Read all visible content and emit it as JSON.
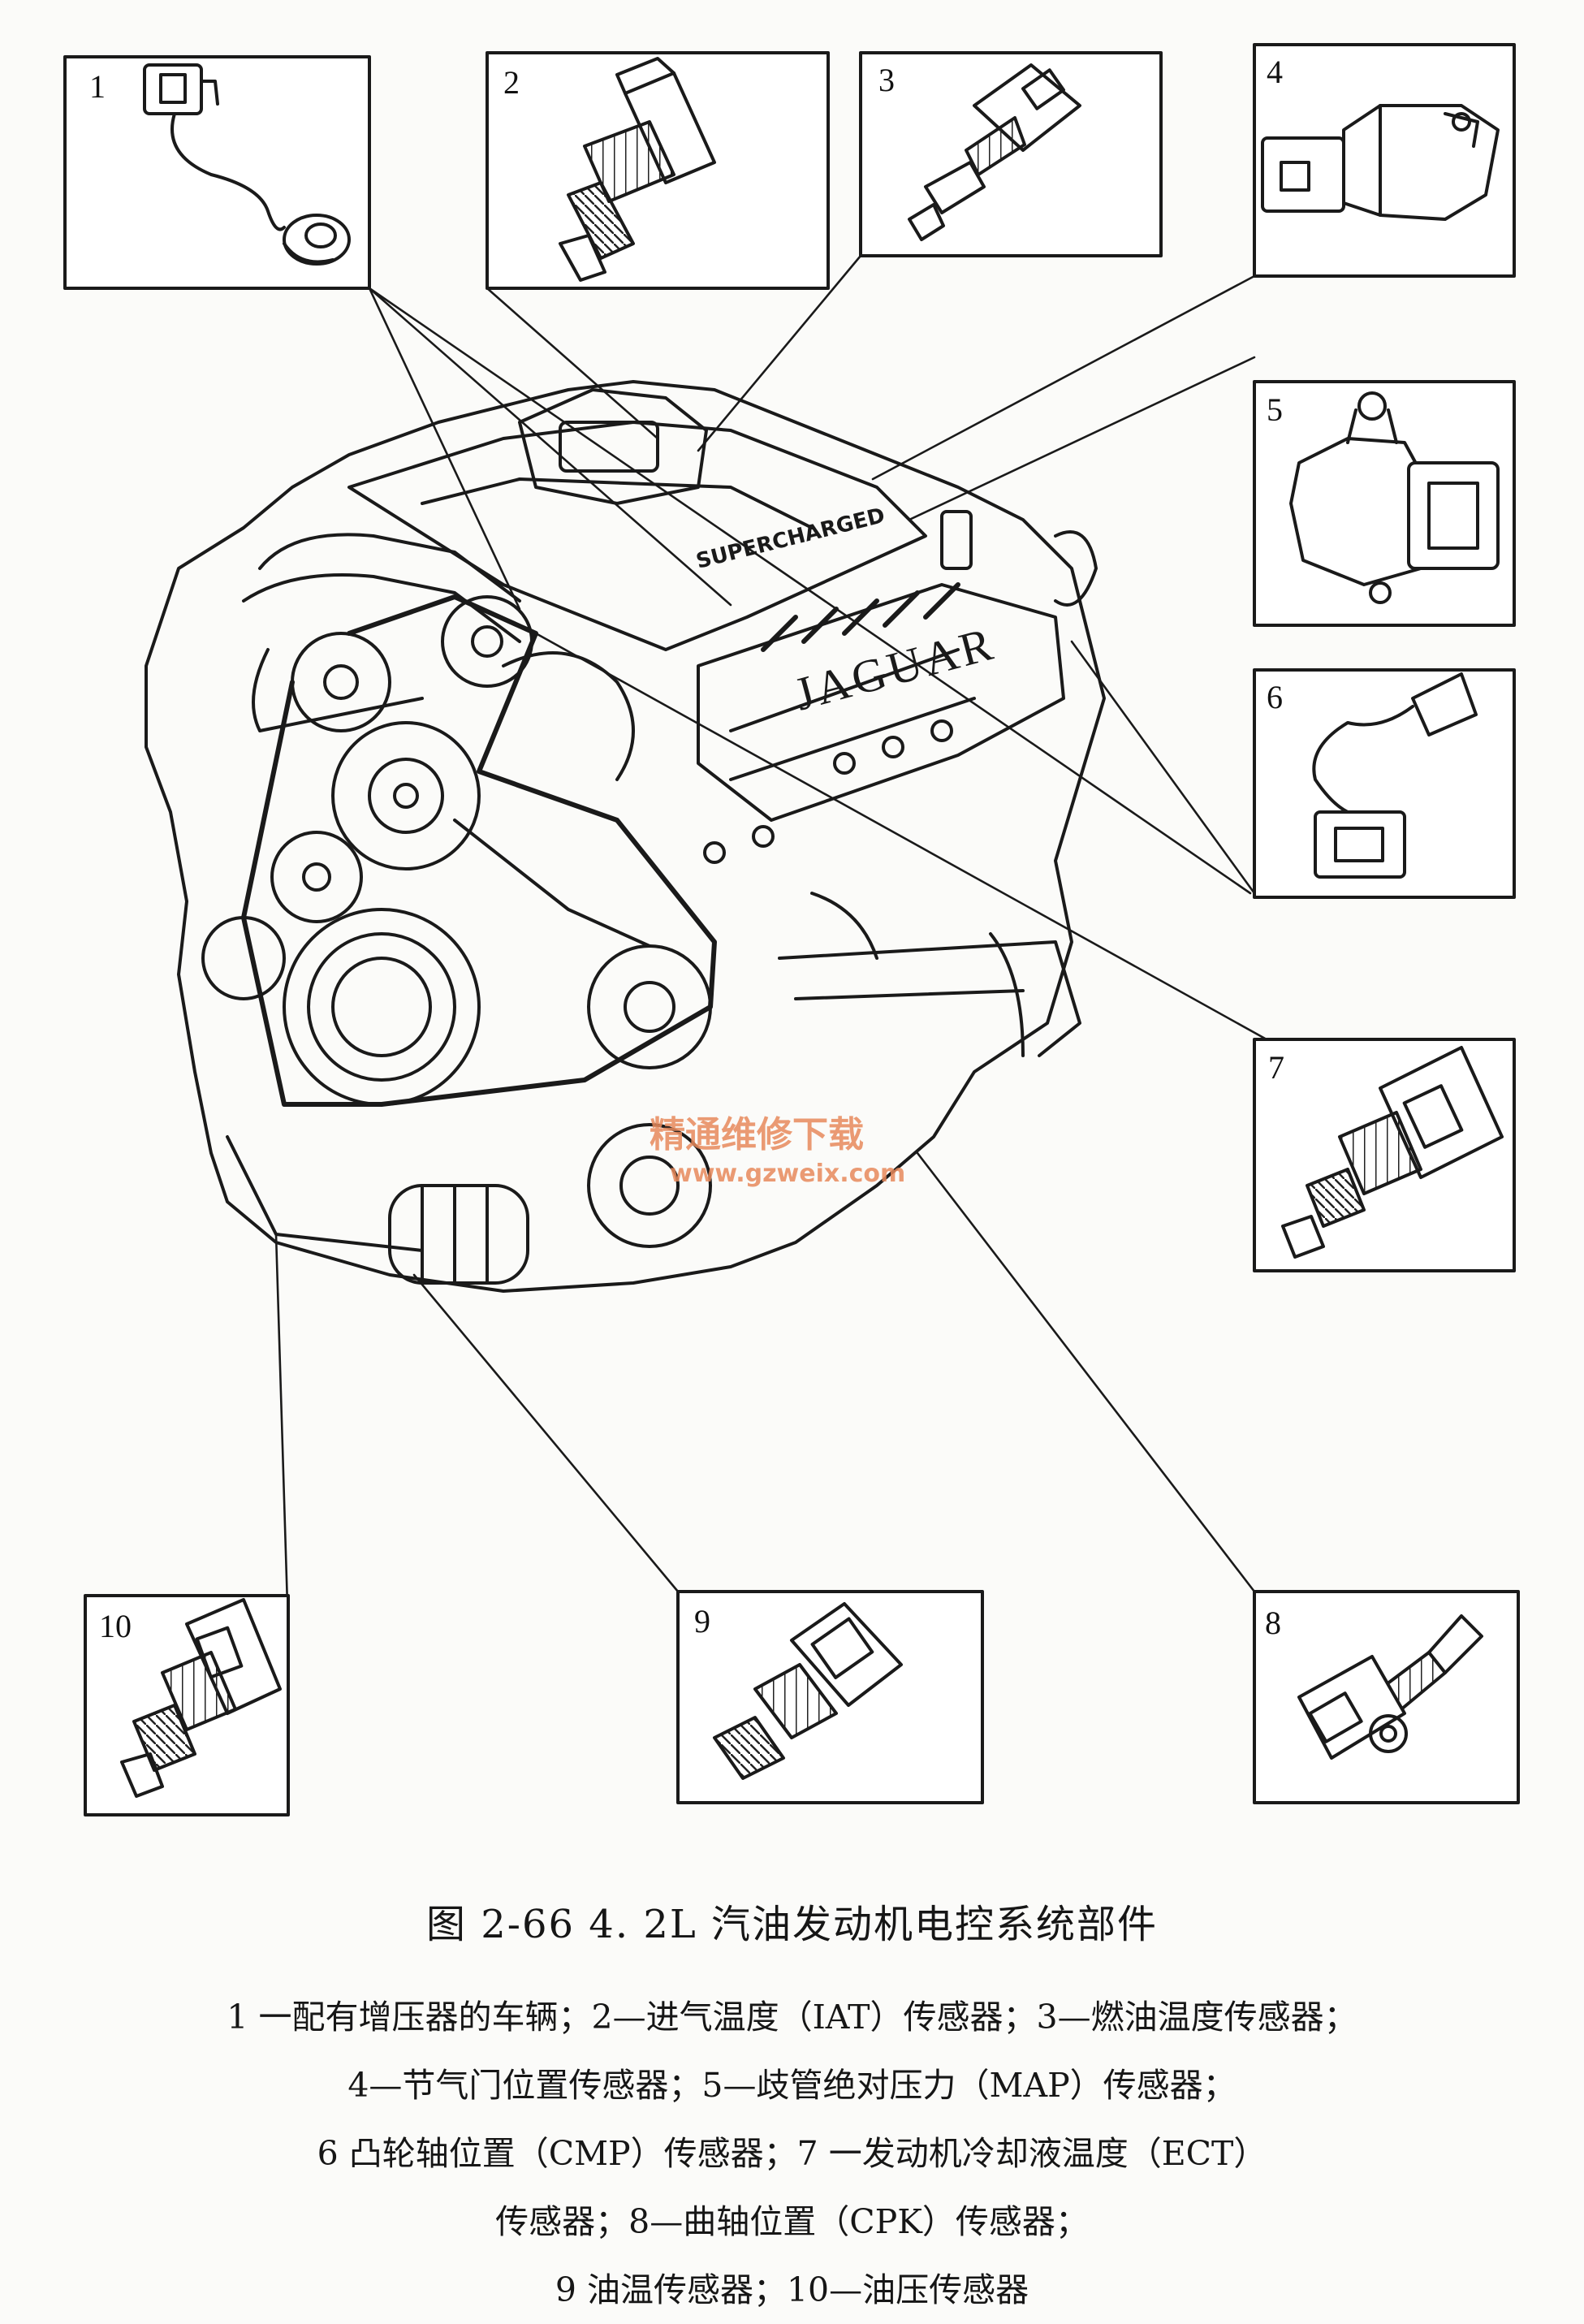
{
  "figure": {
    "caption": "图 2-66    4. 2L 汽油发动机电控系统部件",
    "legend": [
      "1 一配有增压器的车辆；2—进气温度（IAT）传感器；3—燃油温度传感器；",
      "4—节气门位置传感器；5—歧管绝对压力（MAP）传感器；",
      "6  凸轮轴位置（CMP）传感器；7 一发动机冷却液温度（ECT）",
      "传感器；8—曲轴位置（CPK）传感器；",
      "9  油温传感器；10—油压传感器"
    ]
  },
  "boxes": [
    {
      "number": "1",
      "part": "knock-sensor-supercharged"
    },
    {
      "number": "2",
      "part": "iat-sensor"
    },
    {
      "number": "3",
      "part": "fuel-temperature-sensor"
    },
    {
      "number": "4",
      "part": "throttle-position-sensor"
    },
    {
      "number": "5",
      "part": "map-sensor"
    },
    {
      "number": "6",
      "part": "cmp-sensor"
    },
    {
      "number": "7",
      "part": "ect-sensor"
    },
    {
      "number": "8",
      "part": "ckp-sensor"
    },
    {
      "number": "9",
      "part": "oil-temperature-sensor"
    },
    {
      "number": "10",
      "part": "oil-pressure-sensor"
    }
  ],
  "engine": {
    "logo_text": "JAGUAR",
    "cover_text": "SUPERCHARGED"
  },
  "watermark": {
    "text": "精通维修下载",
    "url": "www.gzweix.com",
    "color": "#e88a5c"
  }
}
